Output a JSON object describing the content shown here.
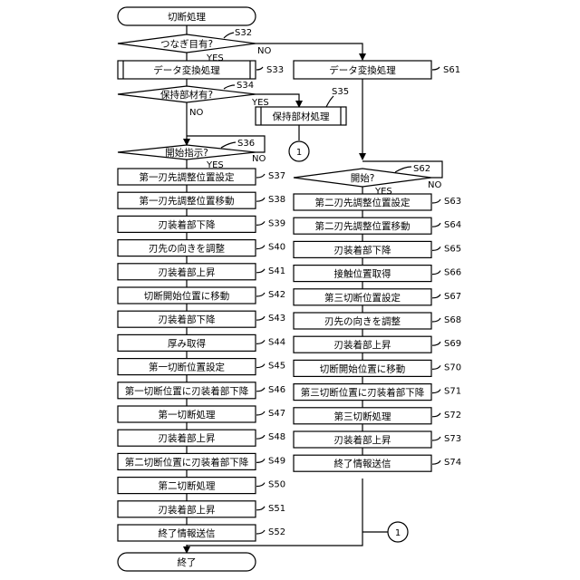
{
  "flowchart": {
    "start": "切断処理",
    "end": "終了",
    "decision_s32": {
      "text": "つなぎ目有?",
      "step": "S32",
      "yes": "YES",
      "no": "NO"
    },
    "left_s33": {
      "text": "データ変換処理",
      "step": "S33"
    },
    "right_s61": {
      "text": "データ変換処理",
      "step": "S61"
    },
    "decision_s34": {
      "text": "保持部材有?",
      "step": "S34",
      "yes": "YES",
      "no": "NO"
    },
    "s35": {
      "text": "保持部材処理",
      "step": "S35"
    },
    "connector": "1",
    "decision_s36": {
      "text": "開始指示?",
      "step": "S36",
      "yes": "YES",
      "no": "NO"
    },
    "decision_s62": {
      "text": "開始?",
      "step": "S62",
      "yes": "YES",
      "no": "NO"
    },
    "left_steps": [
      {
        "text": "第一刃先調整位置設定",
        "step": "S37"
      },
      {
        "text": "第一刃先調整位置移動",
        "step": "S38"
      },
      {
        "text": "刃装着部下降",
        "step": "S39"
      },
      {
        "text": "刃先の向きを調整",
        "step": "S40"
      },
      {
        "text": "刃装着部上昇",
        "step": "S41"
      },
      {
        "text": "切断開始位置に移動",
        "step": "S42"
      },
      {
        "text": "刃装着部下降",
        "step": "S43"
      },
      {
        "text": "厚み取得",
        "step": "S44"
      },
      {
        "text": "第一切断位置設定",
        "step": "S45"
      },
      {
        "text": "第一切断位置に刃装着部下降",
        "step": "S46"
      },
      {
        "text": "第一切断処理",
        "step": "S47"
      },
      {
        "text": "刃装着部上昇",
        "step": "S48"
      },
      {
        "text": "第二切断位置に刃装着部下降",
        "step": "S49"
      },
      {
        "text": "第二切断処理",
        "step": "S50"
      },
      {
        "text": "刃装着部上昇",
        "step": "S51"
      },
      {
        "text": "終了情報送信",
        "step": "S52"
      }
    ],
    "right_steps": [
      {
        "text": "第二刃先調整位置設定",
        "step": "S63"
      },
      {
        "text": "第二刃先調整位置移動",
        "step": "S64"
      },
      {
        "text": "刃装着部下降",
        "step": "S65"
      },
      {
        "text": "接触位置取得",
        "step": "S66"
      },
      {
        "text": "第三切断位置設定",
        "step": "S67"
      },
      {
        "text": "刃先の向きを調整",
        "step": "S68"
      },
      {
        "text": "刃装着部上昇",
        "step": "S69"
      },
      {
        "text": "切断開始位置に移動",
        "step": "S70"
      },
      {
        "text": "第三切断位置に刃装着部下降",
        "step": "S71"
      },
      {
        "text": "第三切断処理",
        "step": "S72"
      },
      {
        "text": "刃装着部上昇",
        "step": "S73"
      },
      {
        "text": "終了情報送信",
        "step": "S74"
      }
    ]
  }
}
